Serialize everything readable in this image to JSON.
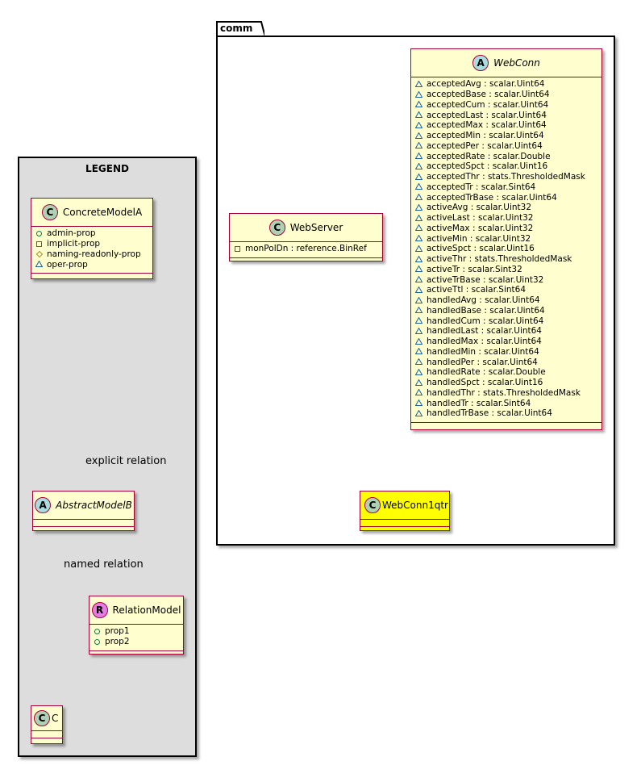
{
  "legend": {
    "title": "LEGEND",
    "concrete": {
      "name": "ConcreteModelA",
      "circle": "C",
      "props": [
        {
          "vis": "public",
          "text": "admin-prop"
        },
        {
          "vis": "private",
          "text": "implicit-prop"
        },
        {
          "vis": "protected",
          "text": "naming-readonly-prop"
        },
        {
          "vis": "package",
          "text": "oper-prop"
        }
      ]
    },
    "abstract": {
      "name": "AbstractModelB",
      "circle": "A"
    },
    "relation_model": {
      "name": "RelationModel",
      "circle": "R",
      "props": [
        {
          "vis": "public",
          "text": "prop1"
        },
        {
          "vis": "public",
          "text": "prop2"
        }
      ]
    },
    "c_class": {
      "name": "C",
      "circle": "C"
    },
    "explicit_label": "explicit relation",
    "named_label": "named relation"
  },
  "comm": {
    "title": "comm",
    "webserver": {
      "name": "WebServer",
      "circle": "C",
      "props": [
        {
          "vis": "private",
          "text": "monPolDn : reference.BinRef"
        }
      ]
    },
    "webconn": {
      "name": "WebConn",
      "circle": "A",
      "props": [
        {
          "vis": "package",
          "text": "acceptedAvg : scalar.Uint64"
        },
        {
          "vis": "package",
          "text": "acceptedBase : scalar.Uint64"
        },
        {
          "vis": "package",
          "text": "acceptedCum : scalar.Uint64"
        },
        {
          "vis": "package",
          "text": "acceptedLast : scalar.Uint64"
        },
        {
          "vis": "package",
          "text": "acceptedMax : scalar.Uint64"
        },
        {
          "vis": "package",
          "text": "acceptedMin : scalar.Uint64"
        },
        {
          "vis": "package",
          "text": "acceptedPer : scalar.Uint64"
        },
        {
          "vis": "package",
          "text": "acceptedRate : scalar.Double"
        },
        {
          "vis": "package",
          "text": "acceptedSpct : scalar.Uint16"
        },
        {
          "vis": "package",
          "text": "acceptedThr : stats.ThresholdedMask"
        },
        {
          "vis": "package",
          "text": "acceptedTr : scalar.Sint64"
        },
        {
          "vis": "package",
          "text": "acceptedTrBase : scalar.Uint64"
        },
        {
          "vis": "package",
          "text": "activeAvg : scalar.Uint32"
        },
        {
          "vis": "package",
          "text": "activeLast : scalar.Uint32"
        },
        {
          "vis": "package",
          "text": "activeMax : scalar.Uint32"
        },
        {
          "vis": "package",
          "text": "activeMin : scalar.Uint32"
        },
        {
          "vis": "package",
          "text": "activeSpct : scalar.Uint16"
        },
        {
          "vis": "package",
          "text": "activeThr : stats.ThresholdedMask"
        },
        {
          "vis": "package",
          "text": "activeTr : scalar.Sint32"
        },
        {
          "vis": "package",
          "text": "activeTrBase : scalar.Uint32"
        },
        {
          "vis": "package",
          "text": "activeTtl : scalar.Sint64"
        },
        {
          "vis": "package",
          "text": "handledAvg : scalar.Uint64"
        },
        {
          "vis": "package",
          "text": "handledBase : scalar.Uint64"
        },
        {
          "vis": "package",
          "text": "handledCum : scalar.Uint64"
        },
        {
          "vis": "package",
          "text": "handledLast : scalar.Uint64"
        },
        {
          "vis": "package",
          "text": "handledMax : scalar.Uint64"
        },
        {
          "vis": "package",
          "text": "handledMin : scalar.Uint64"
        },
        {
          "vis": "package",
          "text": "handledPer : scalar.Uint64"
        },
        {
          "vis": "package",
          "text": "handledRate : scalar.Double"
        },
        {
          "vis": "package",
          "text": "handledSpct : scalar.Uint16"
        },
        {
          "vis": "package",
          "text": "handledThr : stats.ThresholdedMask"
        },
        {
          "vis": "package",
          "text": "handledTr : scalar.Sint64"
        },
        {
          "vis": "package",
          "text": "handledTrBase : scalar.Uint64"
        }
      ]
    },
    "webconn1qtr": {
      "name": "WebConn1qtr",
      "circle": "C"
    }
  },
  "colors": {
    "class_fill": "#fefece",
    "class_border": "#a80036",
    "highlight_fill": "#ffff00",
    "legend_fill": "#dddddd",
    "edge": "#a80036"
  }
}
